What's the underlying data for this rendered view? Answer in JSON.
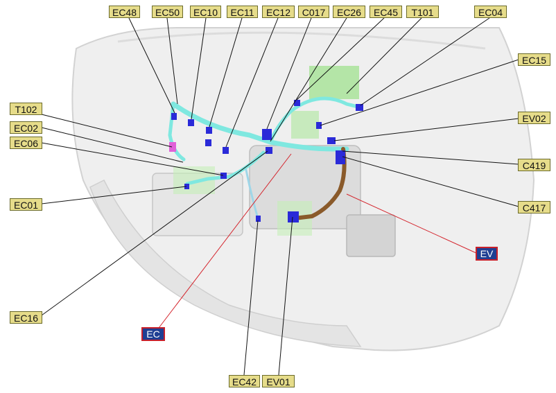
{
  "colors": {
    "connector_label_bg": "#e6dc8a",
    "harness_label_bg": "#1f3f93",
    "harness_label_border": "#c8202a",
    "ec_harness": "#7fe8e0",
    "ev_harness": "#8a5a2a",
    "connector": "#2a2ad8"
  },
  "labels": {
    "ec48": "EC48",
    "ec50": "EC50",
    "ec10": "EC10",
    "ec11": "EC11",
    "ec12": "EC12",
    "c017": "C017",
    "ec26": "EC26",
    "ec45": "EC45",
    "t101": "T101",
    "ec04": "EC04",
    "ec15": "EC15",
    "ev02": "EV02",
    "c419": "C419",
    "c417": "C417",
    "t102": "T102",
    "ec02": "EC02",
    "ec06": "EC06",
    "ec01": "EC01",
    "ec16": "EC16",
    "ec42": "EC42",
    "ev01": "EV01"
  },
  "harness_labels": {
    "ec": "EC",
    "ev": "EV"
  }
}
